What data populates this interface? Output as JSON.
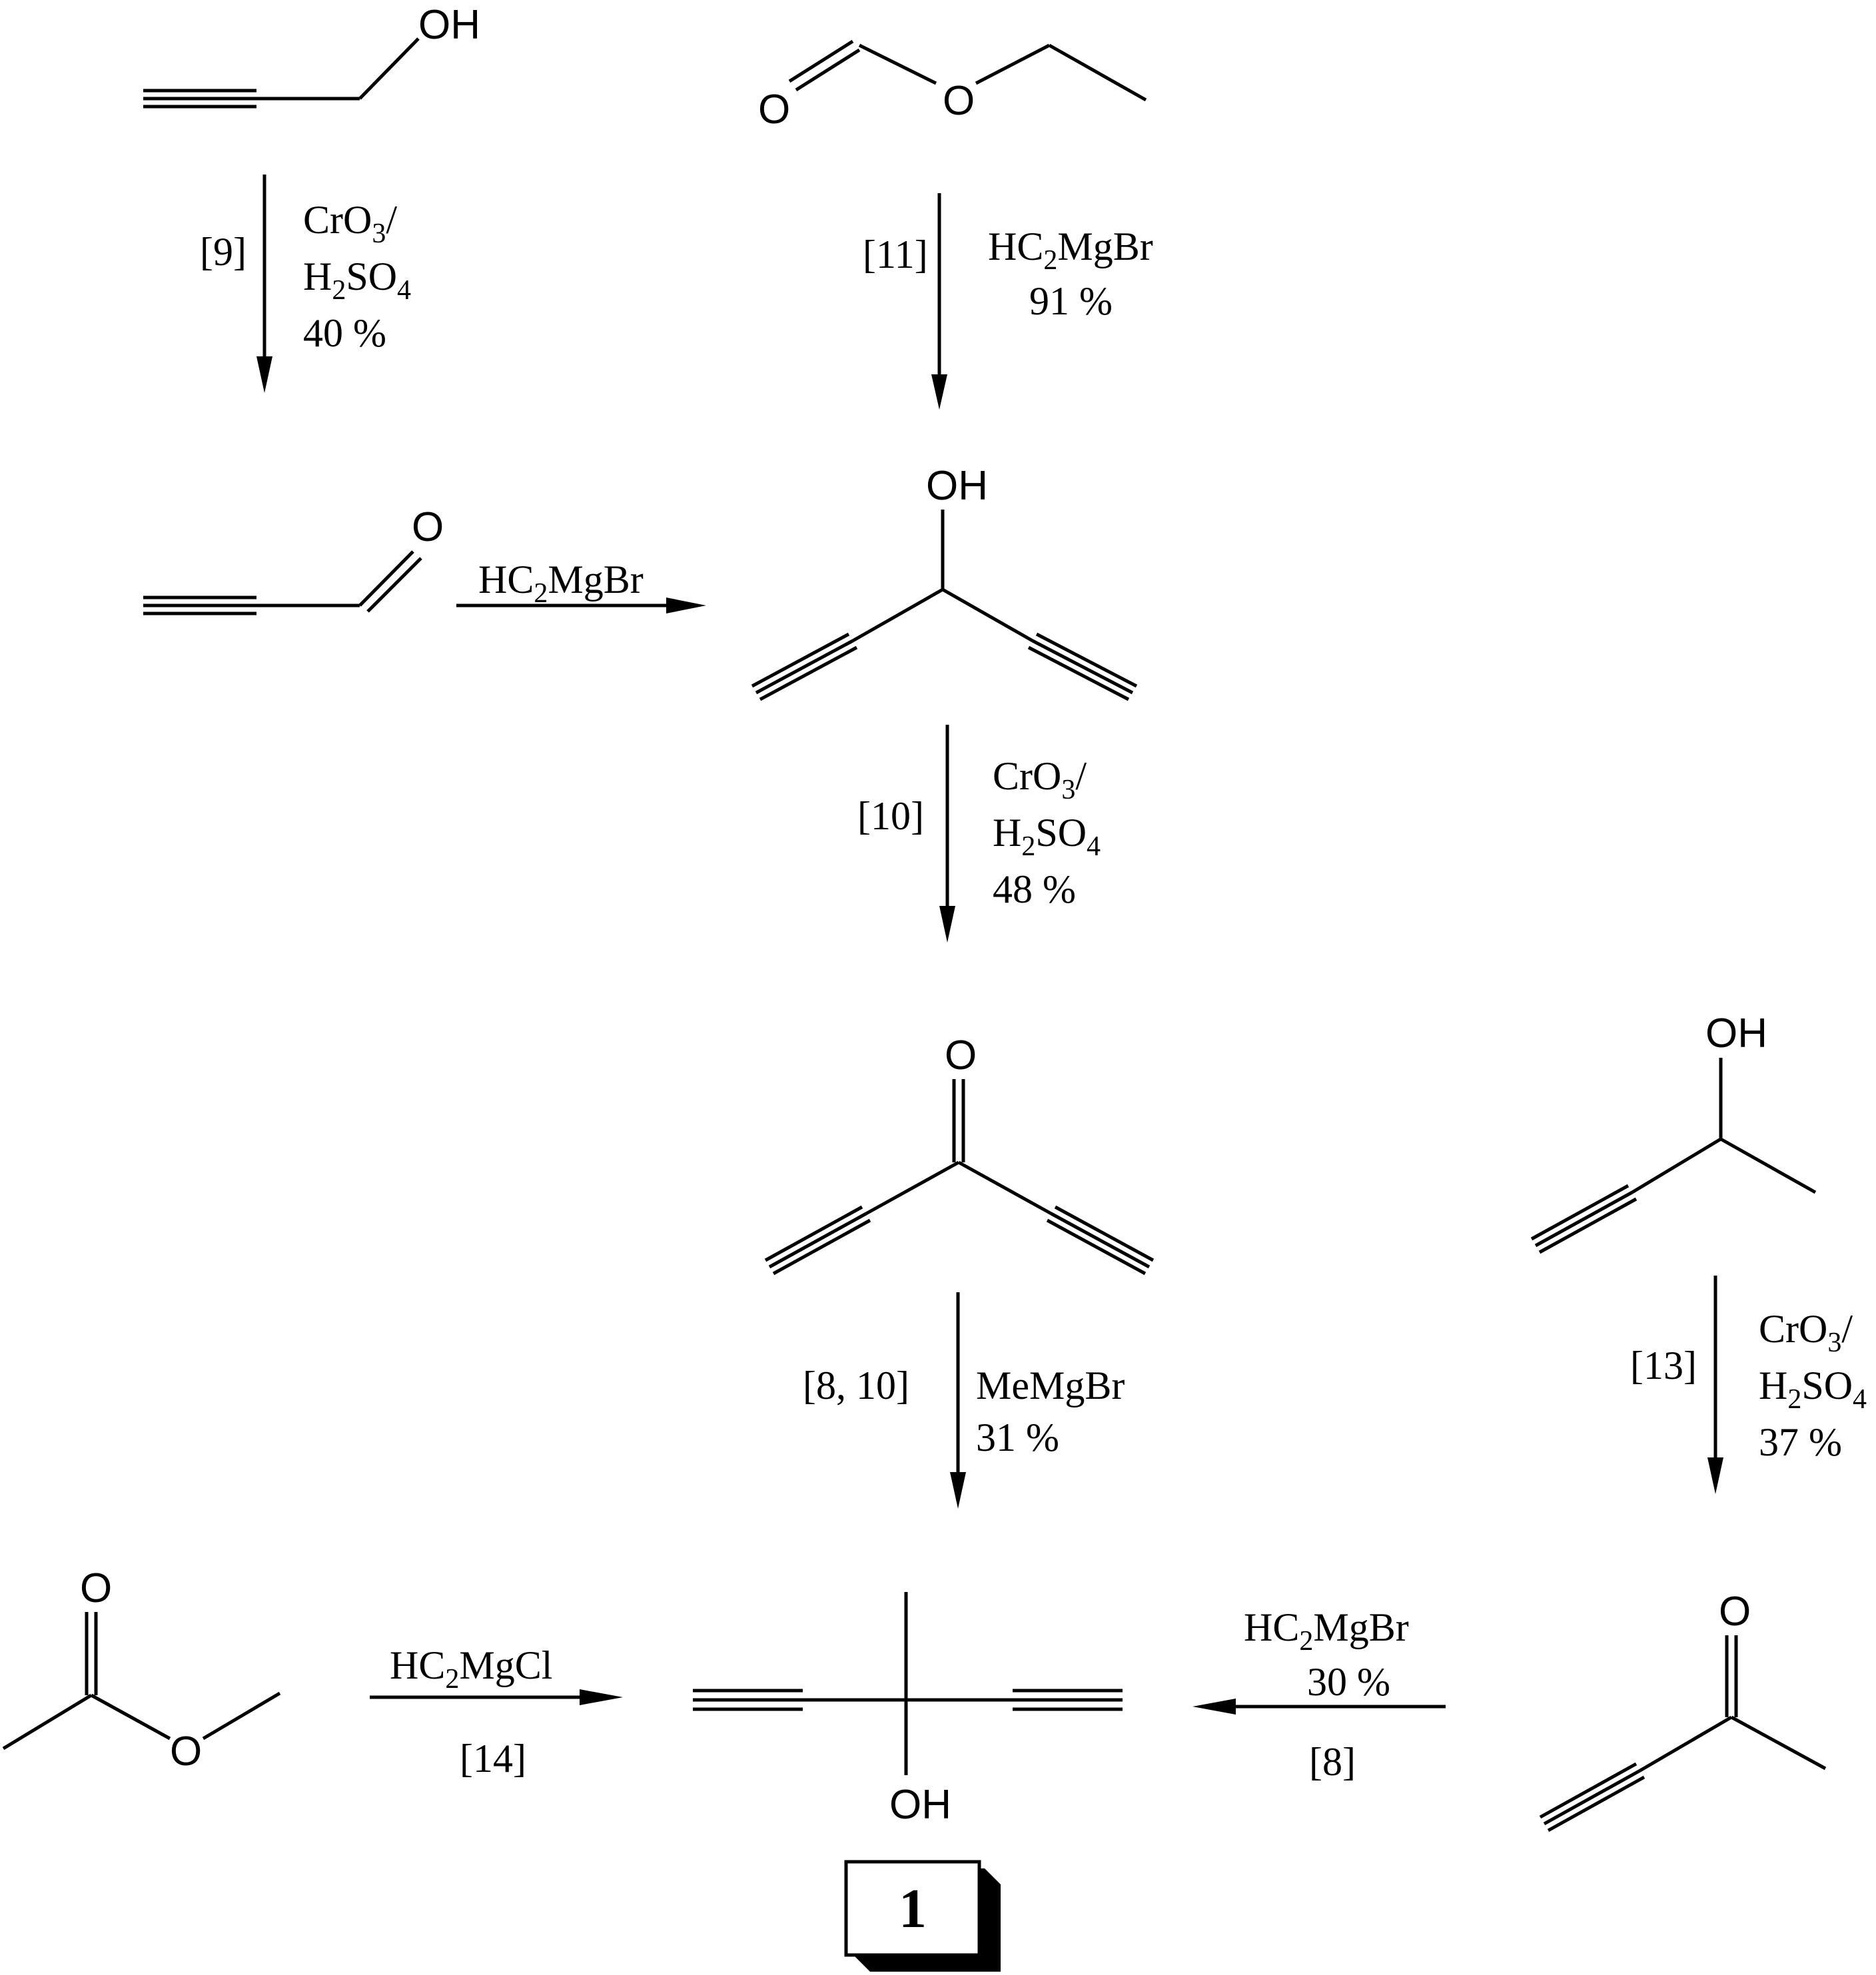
{
  "atoms": {
    "oh": "OH",
    "o": "O"
  },
  "conditions": {
    "step9": {
      "ref": "[9]",
      "reagent1_main": "CrO",
      "reagent1_sub": "3",
      "reagent1_tail": "/",
      "reagent2_a": "H",
      "reagent2_sub1": "2",
      "reagent2_b": "SO",
      "reagent2_sub2": "4",
      "yield": "40 %"
    },
    "step11": {
      "ref": "[11]",
      "reagent_a": "HC",
      "reagent_sub": "2",
      "reagent_b": "MgBr",
      "yield": "91 %"
    },
    "step_aldehyde": {
      "reagent_a": "HC",
      "reagent_sub": "2",
      "reagent_b": "MgBr"
    },
    "step10": {
      "ref": "[10]",
      "reagent1_main": "CrO",
      "reagent1_sub": "3",
      "reagent1_tail": "/",
      "reagent2_a": "H",
      "reagent2_sub1": "2",
      "reagent2_b": "SO",
      "reagent2_sub2": "4",
      "yield": "48 %"
    },
    "step8_10": {
      "ref": "[8, 10]",
      "reagent": "MeMgBr",
      "yield": "31 %"
    },
    "step13": {
      "ref": "[13]",
      "reagent1_main": "CrO",
      "reagent1_sub": "3",
      "reagent1_tail": "/",
      "reagent2_a": "H",
      "reagent2_sub1": "2",
      "reagent2_b": "SO",
      "reagent2_sub2": "4",
      "yield": "37 %"
    },
    "step14": {
      "reagent_a": "HC",
      "reagent_sub": "2",
      "reagent_b": "MgCl",
      "ref": "[14]"
    },
    "step8": {
      "reagent_a": "HC",
      "reagent_sub": "2",
      "reagent_b": "MgBr",
      "yield": "30 %",
      "ref": "[8]"
    }
  },
  "compound_label": "1"
}
